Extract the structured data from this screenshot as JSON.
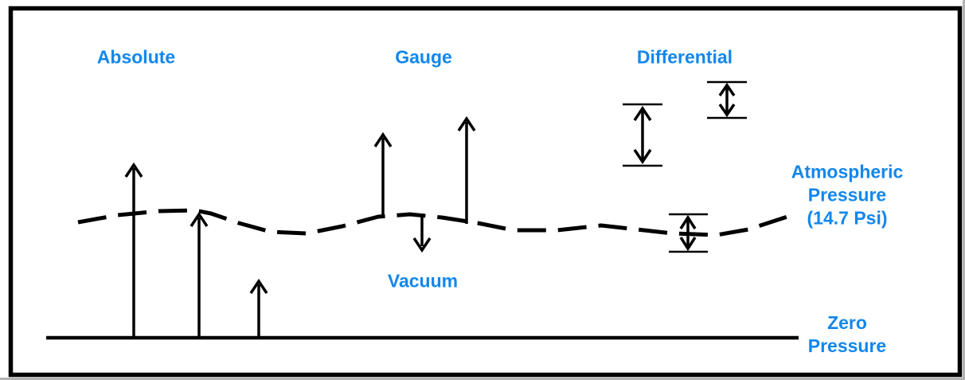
{
  "colors": {
    "label": "#1287EC",
    "line": "#000000",
    "background": "#FFFFFF",
    "edge_shadow": "#B3B3B3"
  },
  "labels": {
    "absolute": "Absolute",
    "gauge": "Gauge",
    "differential": "Differential",
    "vacuum": "Vacuum",
    "atmospheric": {
      "line1": "Atmospheric",
      "line2": "Pressure",
      "line3": "(14.7 Psi)"
    },
    "zero": {
      "line1": "Zero",
      "line2": "Pressure"
    }
  },
  "diagram": {
    "type": "pressure-measurement-reference-diagram",
    "reference_lines": [
      {
        "name": "atmospheric-pressure-line",
        "style": "dashed-wavy",
        "value": "14.7 Psi"
      },
      {
        "name": "zero-pressure-line",
        "style": "solid",
        "value": "0"
      }
    ],
    "arrow_groups": [
      {
        "group": "absolute",
        "arrows": 3,
        "direction": "up",
        "from": "zero-pressure-line"
      },
      {
        "group": "gauge",
        "arrows": 2,
        "direction": "up",
        "from": "atmospheric-pressure-line"
      },
      {
        "group": "vacuum",
        "arrows": 1,
        "direction": "down",
        "from": "atmospheric-pressure-line"
      },
      {
        "group": "differential",
        "arrows": 3,
        "direction": "double-headed-with-caps"
      }
    ]
  }
}
